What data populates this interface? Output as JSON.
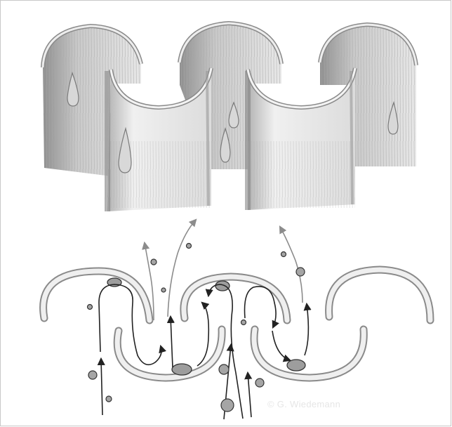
{
  "figure": {
    "upper_panel": "baffle-plates-3d",
    "lower_panel": "baffle-plates-cross-section"
  },
  "credit": "© G. Wiedemann",
  "colors": {
    "plate_fill": "#f2f2f2",
    "plate_shade": "#9a9a9a",
    "hatch": "#b5b5b5",
    "plate_edge": "#8a8a8a",
    "droplet_fill": "#bdbdbd",
    "path_dark": "#222222",
    "path_grey": "#8c8c8c"
  }
}
